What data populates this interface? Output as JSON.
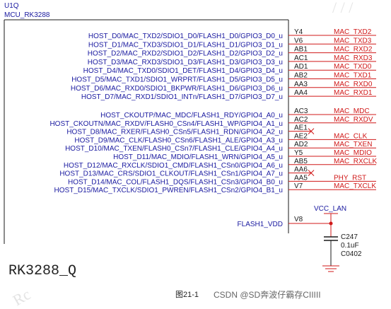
{
  "component": {
    "ref": "U1Q",
    "part": "MCU_RK3288"
  },
  "pins_group1": [
    {
      "name": "HOST_D0/MAC_TXD2/SDIO1_D0/FLASH1_D0/GPIO3_D0_u",
      "num": "Y4",
      "net": "MAC_TXD2",
      "nc": false
    },
    {
      "name": "HOST_D1/MAC_TXD3/SDIO1_D1/FLASH1_D1/GPIO3_D1_u",
      "num": "V6",
      "net": "MAC_TXD3",
      "nc": false
    },
    {
      "name": "HOST_D2/MAC_RXD2/SDIO1_D2/FLASH1_D2/GPIO3_D2_u",
      "num": "AB1",
      "net": "MAC_RXD2",
      "nc": false
    },
    {
      "name": "HOST_D3/MAC_RXD3/SDIO1_D3/FLASH1_D3/GPIO3_D3_u",
      "num": "AC1",
      "net": "MAC_RXD3",
      "nc": false
    },
    {
      "name": "HOST_D4/MAC_TXD0/SDIO1_DET/FLASH1_D4/GPIO3_D4_u",
      "num": "AD1",
      "net": "MAC_TXD0",
      "nc": false
    },
    {
      "name": "HOST_D5/MAC_TXD1/SDIO1_WRPRT/FLASH1_D5/GPIO3_D5_u",
      "num": "AB2",
      "net": "MAC_TXD1",
      "nc": false
    },
    {
      "name": "HOST_D6/MAC_RXD0/SDIO1_BKPWR/FLASH1_D6/GPIO3_D6_u",
      "num": "AA3",
      "net": "MAC_RXD0",
      "nc": false
    },
    {
      "name": "HOST_D7/MAC_RXD1/SDIO1_INTn/FLASH1_D7/GPIO3_D7_u",
      "num": "AA4",
      "net": "MAC_RXD1",
      "nc": false
    }
  ],
  "pins_group2": [
    {
      "name": "HOST_CKOUTP/MAC_MDC/FLASH1_RDY/GPIO4_A0_u",
      "num": "AC3",
      "net": "MAC_MDC",
      "nc": false
    },
    {
      "name": "HOST_CKOUTN/MAC_RXDV/FLASH0_CSn4/FLASH1_WP/GPIO4_A1_u",
      "num": "AC2",
      "net": "MAC_RXDV",
      "nc": false
    },
    {
      "name": "HOST_D8/MAC_RXER/FLASH0_CSn5/FLASH1_RDN/GPIO4_A2_u",
      "num": "AE1",
      "net": "",
      "nc": true
    },
    {
      "name": "HOST_D9/MAC_CLK/FLASH0_CSn6/FLASH1_ALE/GPIO4_A3_u",
      "num": "AE2",
      "net": "MAC_CLK",
      "nc": false
    },
    {
      "name": "HOST_D10/MAC_TXEN/FLASH0_CSn7/FLASH1_CLE/GPIO4_A4_u",
      "num": "AD2",
      "net": "MAC_TXEN",
      "nc": false
    },
    {
      "name": "HOST_D11/MAC_MDIO/FLASH1_WRN/GPIO4_A5_u",
      "num": "Y5",
      "net": "MAC_MDIO",
      "nc": false
    },
    {
      "name": "HOST_D12/MAC_RXCLK/SDIO1_CMD/FLASH1_CSn0/GPIO4_A6_u",
      "num": "AB5",
      "net": "MAC_RXCLK",
      "nc": false
    },
    {
      "name": "HOST_D13/MAC_CRS/SDIO1_CLKOUT/FLASH1_CSn1/GPIO4_A7_u",
      "num": "AA6",
      "net": "",
      "nc": true
    },
    {
      "name": "HOST_D14/MAC_COL/FLASH1_DQS/FLASH1_CSn3/GPIO4_B0_u",
      "num": "AA5",
      "net": "PHY_RST",
      "nc": false
    },
    {
      "name": "HOST_D15/MAC_TXCLK/SDIO1_PWREN/FLASH1_CSn2/GPIO4_B1_u",
      "num": "V7",
      "net": "MAC_TXCLK",
      "nc": false
    }
  ],
  "power_pin": {
    "name": "FLASH1_VDD",
    "num": "V8"
  },
  "power_net": "VCC_LAN",
  "capacitor": {
    "ref": "C247",
    "value": "0.1uF",
    "package": "C0402"
  },
  "part_label": "RK3288_Q",
  "figure_label": "图21-1",
  "watermark": "CSDN @SD奔波仔霸存CIIIII",
  "colors": {
    "pin_text": "#1a1aa0",
    "net": "#d01818",
    "wire": "#d01818",
    "box": "#1a1a1a",
    "nc_mark": "#d01818"
  }
}
